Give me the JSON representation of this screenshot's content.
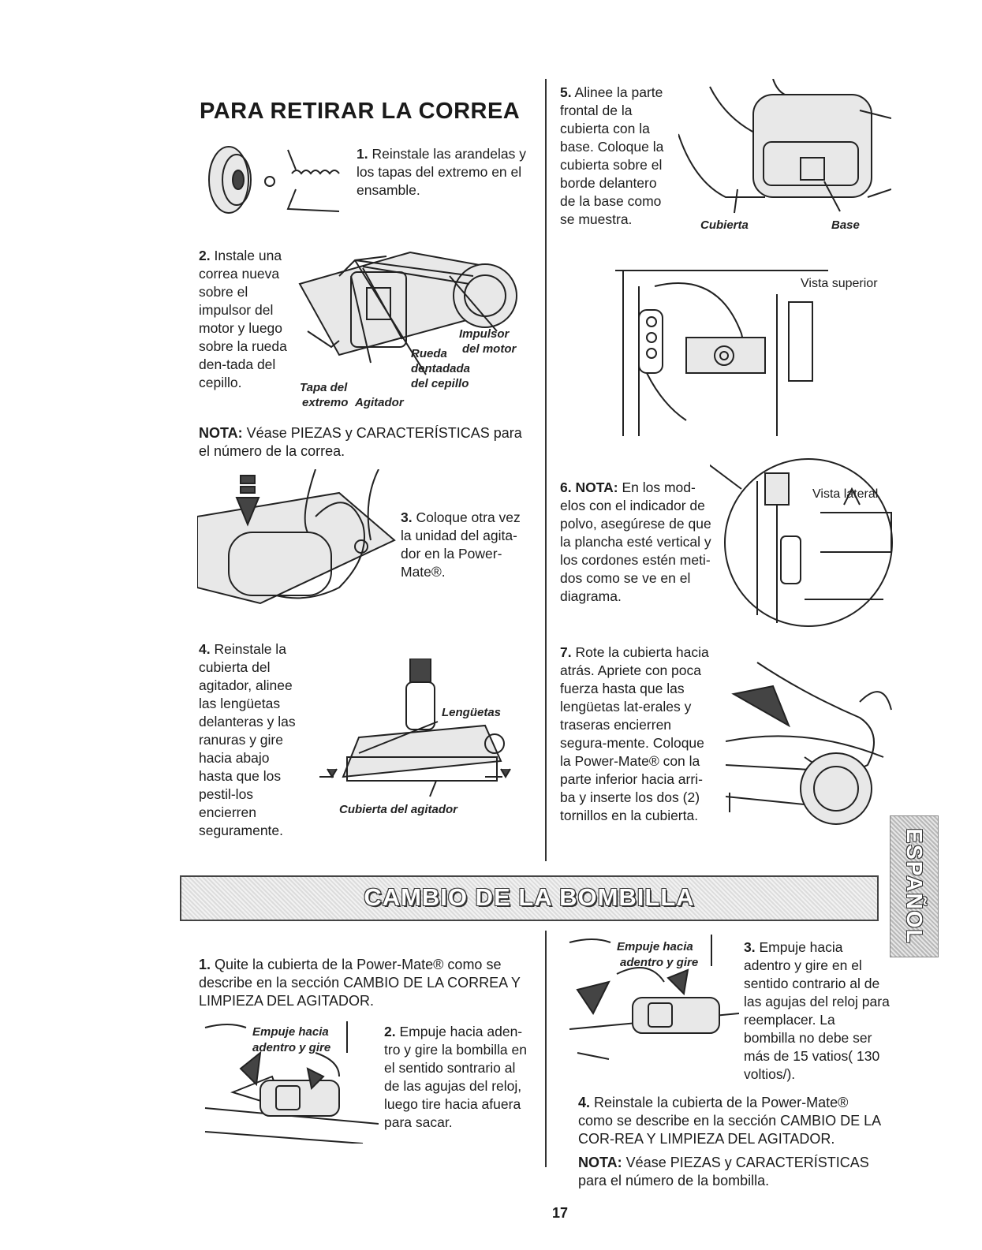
{
  "belt": {
    "title": "PARA RETIRAR LA CORREA",
    "step1_num": "1.",
    "step1": "Reinstale las arandelas y los tapas del extremo en el ensamble.",
    "step2_num": "2.",
    "step2": "Instale una correa nueva sobre el impulsor del motor y luego sobre la rueda den-tada del cepillo.",
    "fig2_labels": {
      "impulsor": "Impulsor",
      "del_motor": "del motor",
      "rueda": "Rueda",
      "dentadada": "dentadada",
      "del_cepillo": "del cepillo",
      "tapa_del": "Tapa del",
      "extremo": "extremo",
      "agitador": "Agitador"
    },
    "nota_label": "NOTA:",
    "nota": "Véase PIEZAS y CARACTERÍSTICAS para el número de la correa.",
    "step3_num": "3.",
    "step3": "Coloque otra vez la unidad del agita-dor en la Power-Mate®.",
    "step4_num": "4.",
    "step4": "Reinstale la cubierta del agitador, alinee las lengüetas delanteras y las ranuras y gire hacia abajo hasta que los pestil-los encierren seguramente.",
    "fig4_labels": {
      "lenguetas": "Lengüetas",
      "cubierta_agitador": "Cubierta del agitador"
    },
    "step5_num": "5.",
    "step5": "Alinee la parte frontal de la cubierta con la base. Coloque la cubierta sobre el borde delantero de la base como se muestra.",
    "fig5_labels": {
      "cubierta": "Cubierta",
      "base": "Base"
    },
    "vista_superior": "Vista superior",
    "vista_lateral": "Vista lateral",
    "step6_num": "6. NOTA:",
    "step6": "En los mod-elos con el indicador de polvo, asegúrese de que la plancha esté vertical y los cordones estén meti-dos como se ve en el diagrama.",
    "step7_num": "7.",
    "step7": "Rote la cubierta hacia atrás. Apriete con poca fuerza hasta que las lengüetas lat-erales y traseras encierren segura-mente. Coloque la Power-Mate® con la parte inferior hacia arri-ba y inserte los dos (2) tornillos en la cubierta."
  },
  "bulb": {
    "banner": "CAMBIO DE LA BOMBILLA",
    "step1_num": "1.",
    "step1": "Quite la cubierta de la Power-Mate® como se describe en la sección CAMBIO DE LA CORREA Y LIMPIEZA DEL AGITADOR.",
    "empuje_1": "Empuje hacia",
    "empuje_2": "adentro y gire",
    "step2_num": "2.",
    "step2": "Empuje hacia aden-tro y gire la bombilla en el sentido sontrario al de las agujas del reloj, luego tire hacia afuera para sacar.",
    "step3_num": "3.",
    "step3": "Empuje hacia adentro y gire en el sentido contrario al de las agujas del reloj para reemplacer. La bombilla no debe ser más de 15 vatios( 130 voltios/).",
    "step4_num": "4.",
    "step4": "Reinstale la cubierta de la Power-Mate® como se describe en la sección CAMBIO DE LA COR-REA Y LIMPIEZA DEL AGITADOR.",
    "nota_label": "NOTA:",
    "nota": "Véase PIEZAS y CARACTERÍSTICAS para el número de la bombilla."
  },
  "side_tab": "ESPAÑOL",
  "page_number": "17"
}
